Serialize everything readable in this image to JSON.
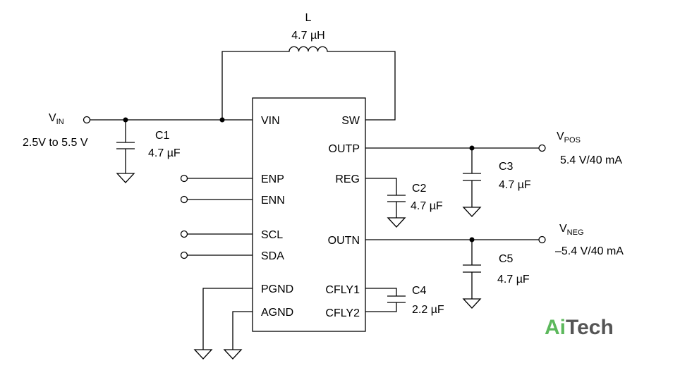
{
  "inductor": {
    "name": "L",
    "value": "4.7 µH"
  },
  "ic": {
    "left_pins": [
      "VIN",
      "ENP",
      "ENN",
      "SCL",
      "SDA",
      "PGND",
      "AGND"
    ],
    "right_pins": [
      "SW",
      "OUTP",
      "REG",
      "OUTN",
      "CFLY1",
      "CFLY2"
    ]
  },
  "vin": {
    "label": "V",
    "sub": "IN",
    "range": "2.5V to 5.5 V"
  },
  "vpos": {
    "label": "V",
    "sub": "POS",
    "spec": "5.4 V/40 mA"
  },
  "vneg": {
    "label": "V",
    "sub": "NEG",
    "spec": "–5.4 V/40 mA"
  },
  "caps": {
    "c1": {
      "name": "C1",
      "value": "4.7 µF"
    },
    "c2": {
      "name": "C2",
      "value": "4.7 µF"
    },
    "c3": {
      "name": "C3",
      "value": "4.7 µF"
    },
    "c4": {
      "name": "C4",
      "value": "2.2 µF"
    },
    "c5": {
      "name": "C5",
      "value": "4.7 µF"
    }
  },
  "logo": {
    "part1": "Ai",
    "part2": "Tech",
    "color1": "#5cb85c",
    "color2": "#555555"
  }
}
